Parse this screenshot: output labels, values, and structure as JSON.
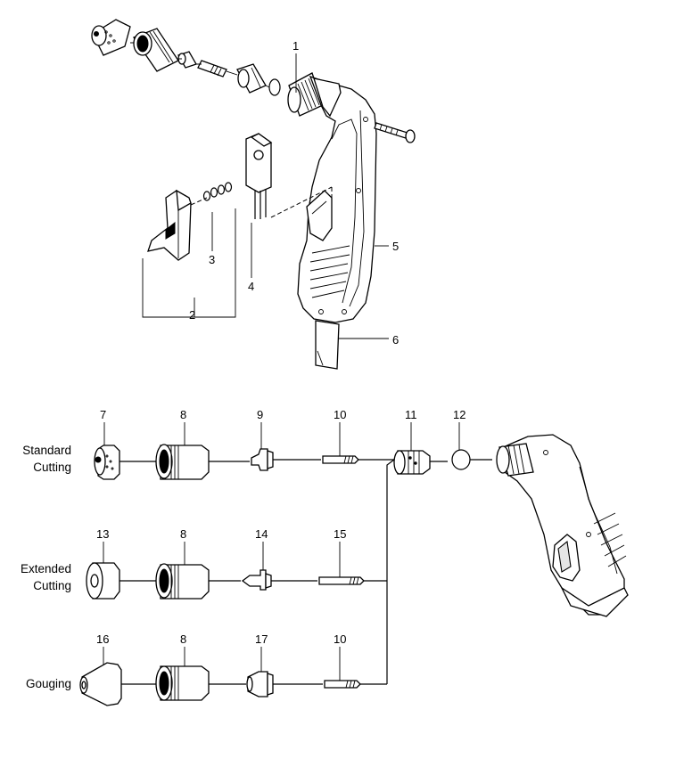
{
  "labels": {
    "p1": "1",
    "p2": "2",
    "p3": "3",
    "p4": "4",
    "p5": "5",
    "p6": "6",
    "p7": "7",
    "p8a": "8",
    "p9": "9",
    "p10a": "10",
    "p11": "11",
    "p12": "12",
    "p13": "13",
    "p8b": "8",
    "p14": "14",
    "p15": "15",
    "p16": "16",
    "p8c": "8",
    "p17": "17",
    "p10b": "10"
  },
  "rows": {
    "standard_l1": "Standard",
    "standard_l2": "Cutting",
    "extended_l1": "Extended",
    "extended_l2": "Cutting",
    "gouging": "Gouging"
  }
}
